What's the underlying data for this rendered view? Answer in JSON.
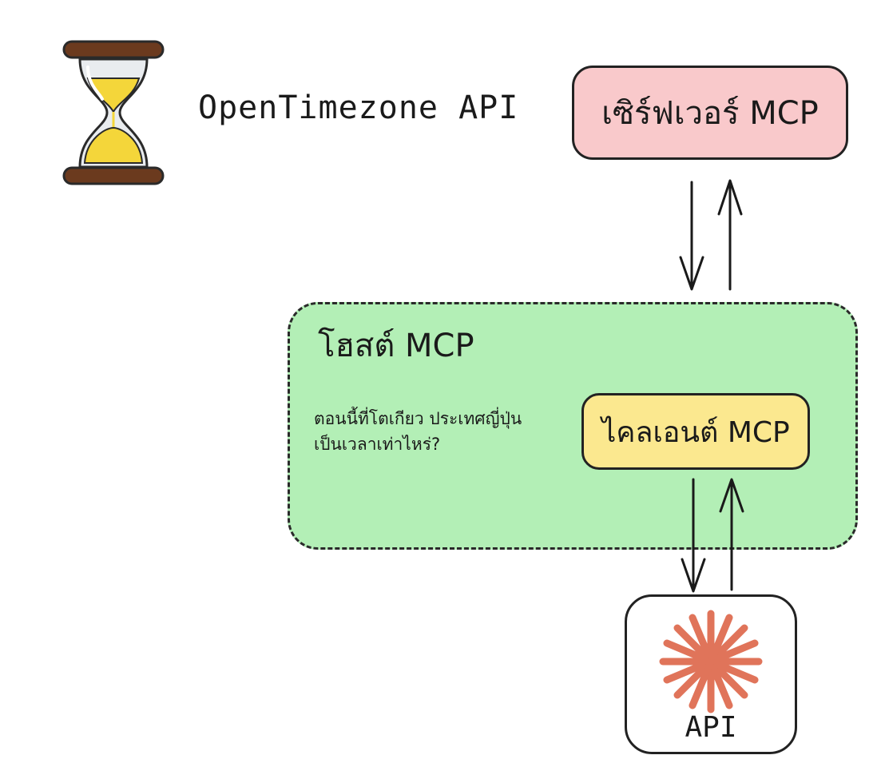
{
  "title": "OpenTimezone API",
  "server": {
    "label": "เซิร์ฟเวอร์ MCP"
  },
  "host": {
    "label": "โฮสต์ MCP",
    "question_line1": "ตอนนี้ที่โตเกียว ประเทศญี่ปุ่น",
    "question_line2": "เป็นเวลาเท่าไหร่?"
  },
  "client": {
    "label": "ไคลเอนต์ MCP"
  },
  "api": {
    "label": "API"
  },
  "icons": {
    "hourglass": "hourglass-icon",
    "api": "starburst-icon",
    "arrows": "bidirectional-arrow"
  },
  "colors": {
    "server_fill": "#f9c9cb",
    "host_fill": "#b3efb6",
    "client_fill": "#fbe88f",
    "api_burst": "#e0745a",
    "hourglass_wood": "#6b3a1e",
    "hourglass_sand": "#f4d63a"
  }
}
